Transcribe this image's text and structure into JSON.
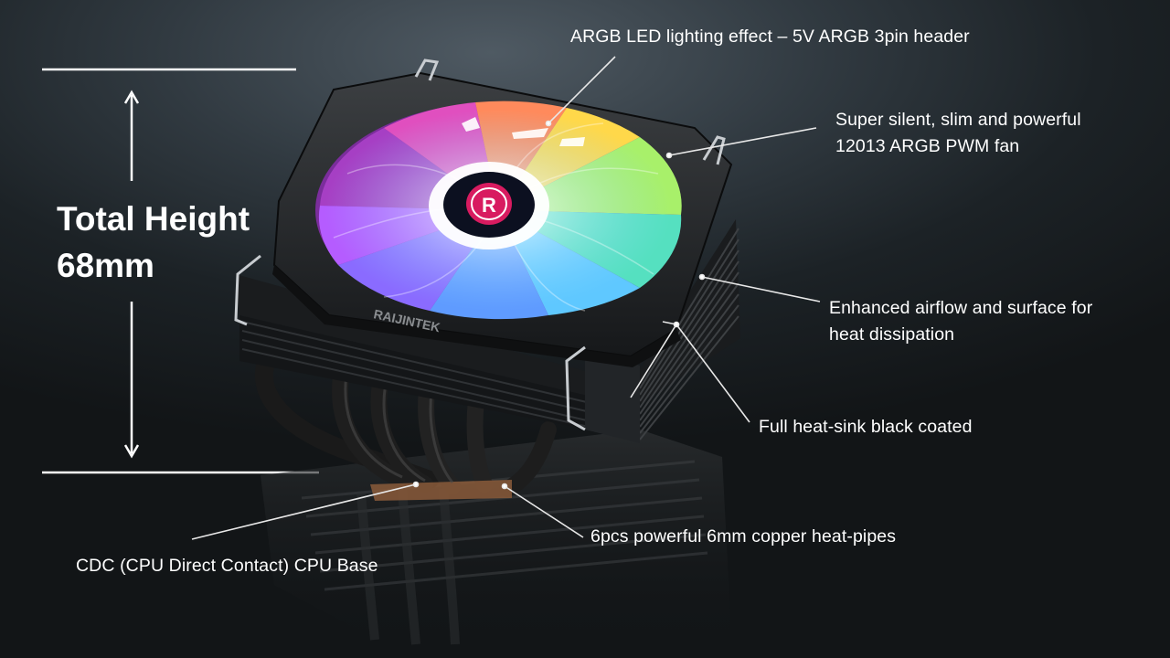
{
  "total_height": {
    "line1": "Total Height",
    "line2": "68mm"
  },
  "callouts": {
    "argb_led": "ARGB LED lighting effect – 5V ARGB 3pin header",
    "fan_line1": "Super silent, slim and powerful",
    "fan_line2": "12013 ARGB PWM fan",
    "airflow_line1": "Enhanced airflow and surface for",
    "airflow_line2": "heat dissipation",
    "heatsink": "Full heat-sink black coated",
    "heatpipes": "6pcs powerful 6mm copper heat-pipes",
    "cdc_base": "CDC (CPU Direct Contact) CPU Base"
  },
  "product": {
    "brand_text": "RAIJINTEK",
    "logo": "raijintek-r-logo"
  },
  "colors": {
    "text": "#ffffff",
    "leader_line": "#e8e8e8",
    "background_dark": "#121517",
    "background_light": "#4f5a63"
  }
}
